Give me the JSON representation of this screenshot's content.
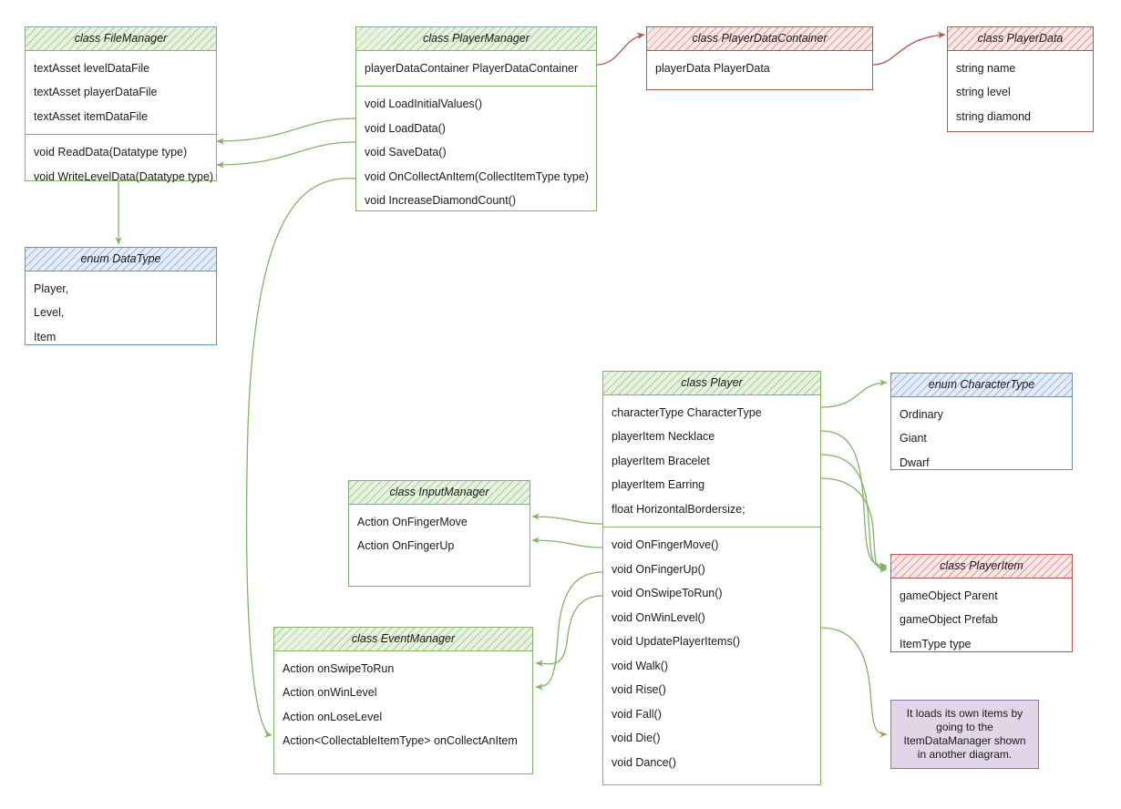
{
  "diagram": {
    "title": "Game architecture UML class diagram",
    "colors": {
      "green_stroke": "#82b366",
      "green_fill": "#e7f2e0",
      "blue_stroke": "#6c8ebf",
      "blue_fill": "#e4ecf7",
      "red_stroke": "#b85450",
      "red_fill": "#fae6e5",
      "note_stroke": "#9673a6",
      "note_fill": "#e1d5e7",
      "background": "#ffffff"
    }
  },
  "boxes": {
    "file_manager": {
      "header": "class FileManager",
      "fields": [
        "textAsset levelDataFile",
        "textAsset playerDataFile",
        "textAsset itemDataFile"
      ],
      "methods": [
        "void ReadData(Datatype type)",
        "void WriteLevelData(Datatype type)"
      ]
    },
    "data_type": {
      "header": "enum DataType",
      "values": [
        "Player,",
        "Level,",
        "Item"
      ]
    },
    "player_manager": {
      "header": "class PlayerManager",
      "fields": [
        "playerDataContainer PlayerDataContainer"
      ],
      "methods": [
        "void LoadInitialValues()",
        "void LoadData()",
        "void SaveData()",
        "void OnCollectAnItem(CollectItemType type)",
        "void IncreaseDiamondCount()"
      ]
    },
    "player_data_container": {
      "header": "class PlayerDataContainer",
      "fields": [
        "playerData PlayerData"
      ]
    },
    "player_data": {
      "header": "class PlayerData",
      "fields": [
        "string name",
        "string level",
        "string diamond"
      ]
    },
    "input_manager": {
      "header": "class InputManager",
      "fields": [
        "Action OnFingerMove",
        "Action OnFingerUp"
      ]
    },
    "event_manager": {
      "header": "class EventManager",
      "fields": [
        "Action onSwipeToRun",
        "Action onWinLevel",
        "Action onLoseLevel",
        "Action<CollectableItemType>  onCollectAnItem"
      ]
    },
    "player": {
      "header": "class Player",
      "fields": [
        "characterType CharacterType",
        "playerItem Necklace",
        "playerItem Bracelet",
        "playerItem Earring",
        "float HorizontalBordersize;"
      ],
      "methods": [
        "void OnFingerMove()",
        "void OnFingerUp()",
        "void OnSwipeToRun()",
        "void OnWinLevel()",
        "void UpdatePlayerItems()",
        "void Walk()",
        "void Rise()",
        "void Fall()",
        "void Die()",
        "void Dance()"
      ]
    },
    "character_type": {
      "header": "enum CharacterType",
      "values": [
        "Ordinary",
        "Giant",
        "Dwarf"
      ]
    },
    "player_item": {
      "header": "class PlayerItem",
      "fields": [
        "gameObject Parent",
        "gameObject Prefab",
        "ItemType type"
      ]
    },
    "note_item_data": {
      "text": "It loads its own items by going to the ItemDataManager shown in another diagram."
    }
  }
}
